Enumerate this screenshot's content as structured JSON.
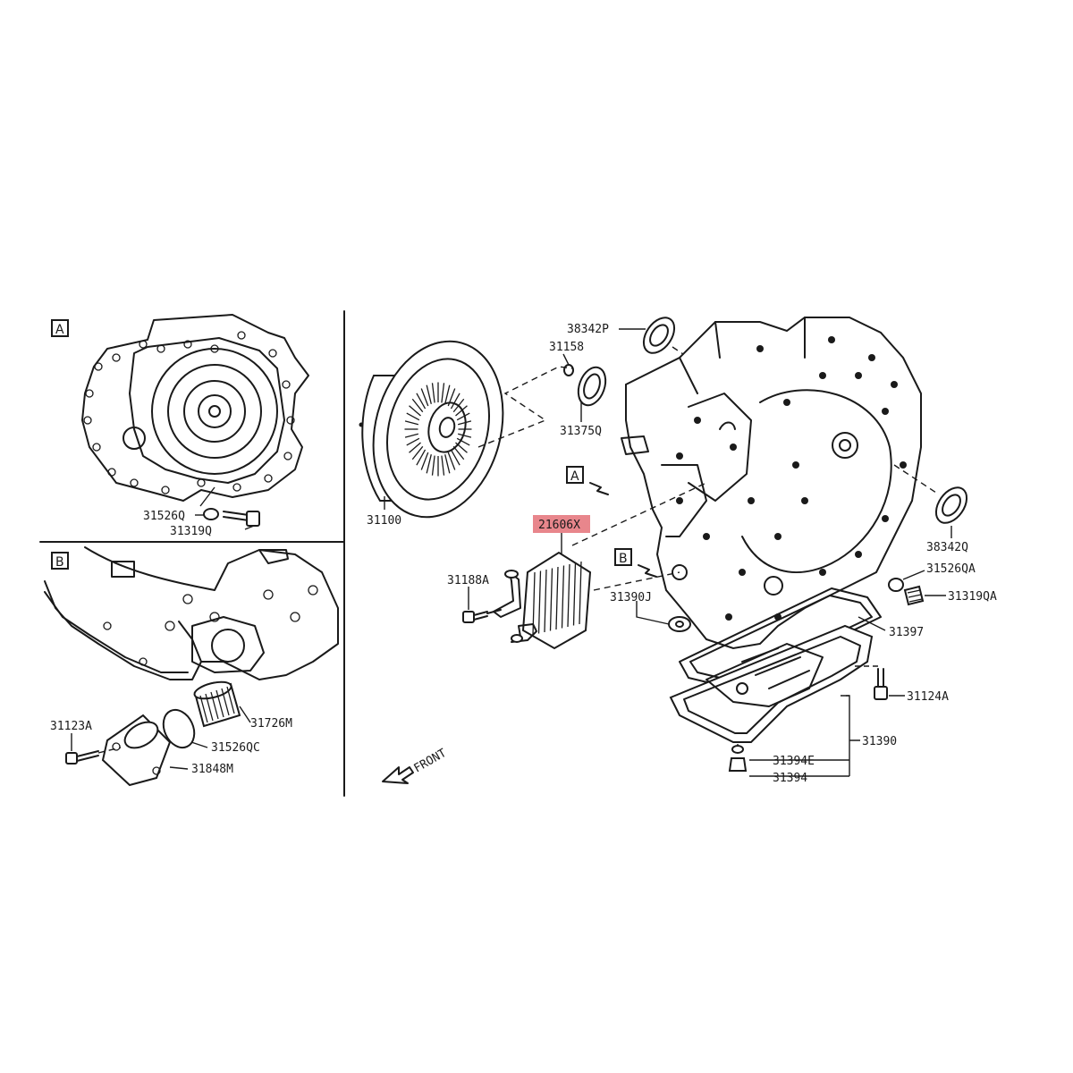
{
  "panels": {
    "a_label": "A",
    "b_label": "B",
    "main_a_marker": "A",
    "main_b_marker": "B"
  },
  "parts": {
    "p38342P": "38342P",
    "p31158": "31158",
    "p31375Q": "31375Q",
    "p31100": "31100",
    "p21606X": "21606X",
    "p31188A": "31188A",
    "p31390J": "31390J",
    "p38342Q": "38342Q",
    "p31526QA": "31526QA",
    "p31319QA": "31319QA",
    "p31397": "31397",
    "p31124A": "31124A",
    "p31390": "31390",
    "p31394E": "31394E",
    "p31394": "31394",
    "p31526Q": "31526Q",
    "p31319Q": "31319Q",
    "p31123A": "31123A",
    "p31726M": "31726M",
    "p31526QC": "31526QC",
    "p31848M": "31848M"
  },
  "front_label": "FRONT",
  "highlight_color": "#e8868c"
}
